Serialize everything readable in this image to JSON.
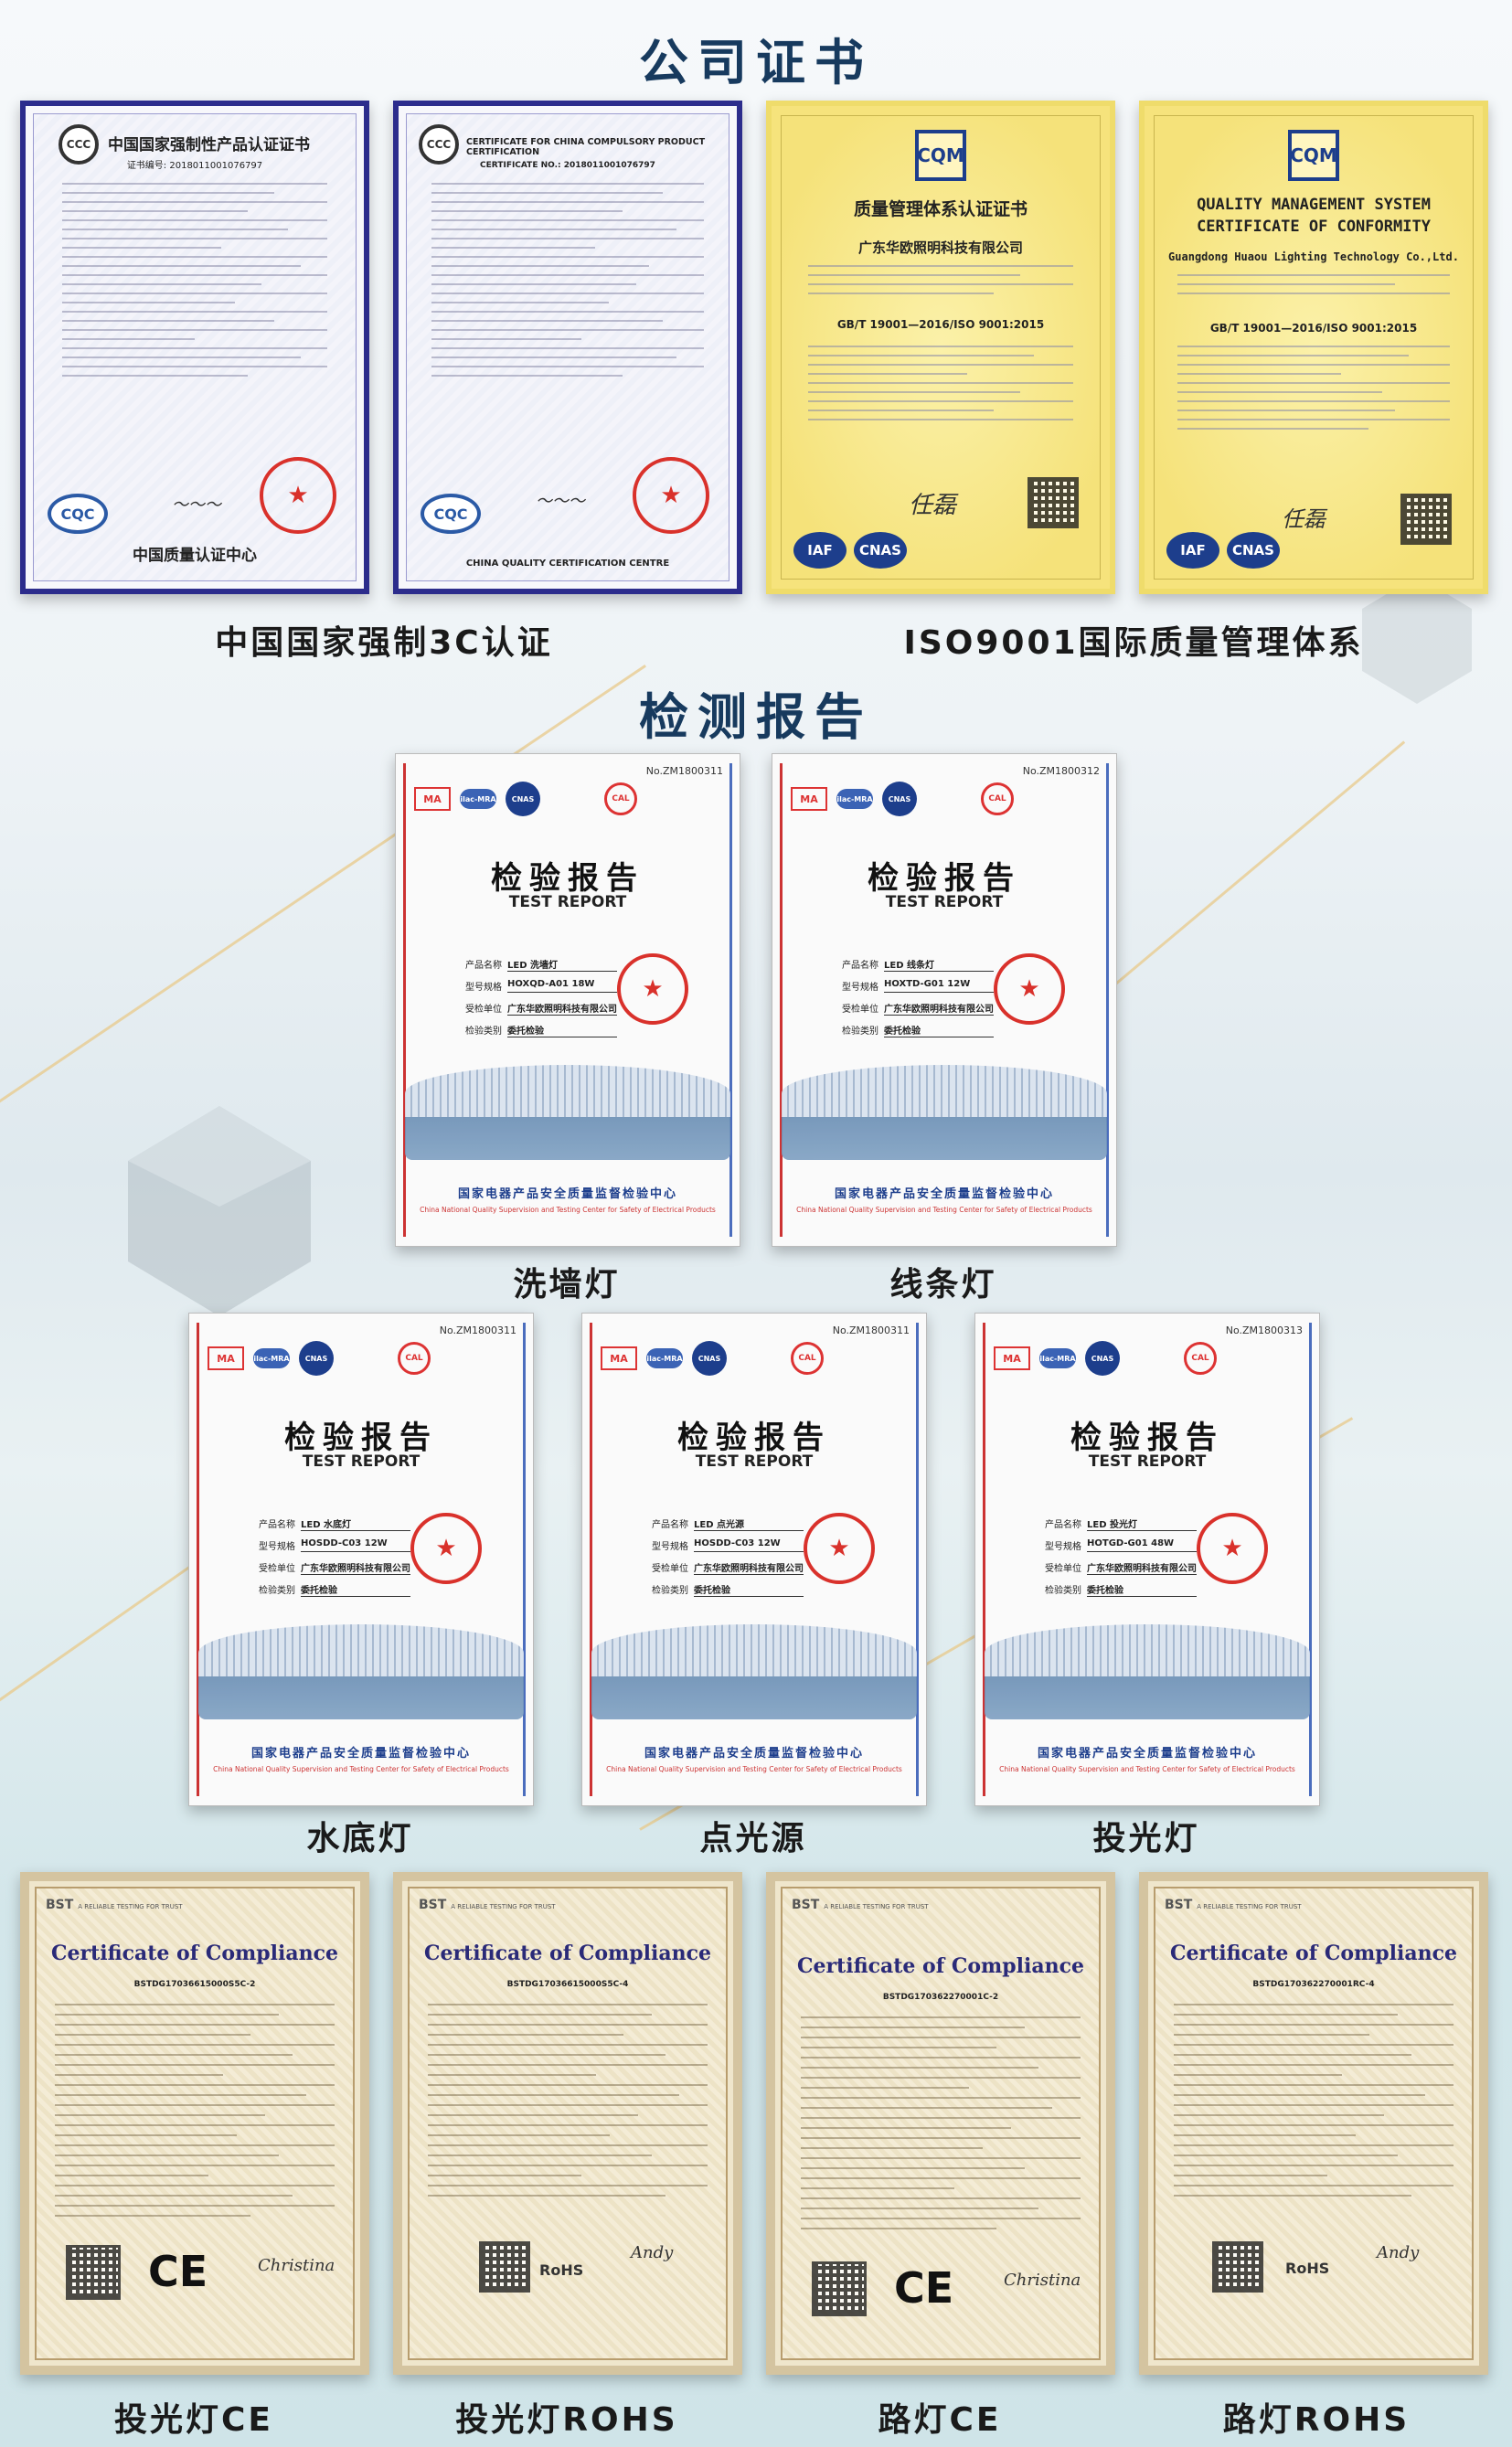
{
  "sections": {
    "company_title": "公司证书",
    "report_title": "检测报告"
  },
  "row1_captions": {
    "ccc": "中国国家强制3C认证",
    "iso": "ISO9001国际质量管理体系"
  },
  "ccc_cn": {
    "title": "中国国家强制性产品认证证书",
    "cert_no": "证书编号: 2018011001076797",
    "footer": "中国质量认证中心",
    "cqc": "CQC",
    "ccc": "CCC"
  },
  "ccc_en": {
    "title": "CERTIFICATE FOR CHINA COMPULSORY PRODUCT CERTIFICATION",
    "cert_no": "CERTIFICATE NO.: 2018011001076797",
    "footer": "CHINA QUALITY CERTIFICATION CENTRE",
    "cqc": "CQC",
    "ccc": "CCC"
  },
  "iso_cn": {
    "logo": "CQM",
    "title": "质量管理体系认证证书",
    "company": "广东华欧照明科技有限公司",
    "standard": "GB/T 19001—2016/ISO 9001:2015",
    "iaf": "IAF",
    "cnas": "CNAS"
  },
  "iso_en": {
    "logo": "CQM",
    "title1": "QUALITY MANAGEMENT SYSTEM",
    "title2": "CERTIFICATE OF CONFORMITY",
    "company": "Guangdong Huaou Lighting Technology Co.,Ltd.",
    "standard": "GB/T 19001—2016/ISO 9001:2015",
    "iaf": "IAF",
    "cnas": "CNAS"
  },
  "reports": [
    {
      "no": "No.ZM1800311",
      "product": "LED 洗墙灯",
      "model": "HOXQD-A01 18W",
      "caption": "洗墙灯"
    },
    {
      "no": "No.ZM1800312",
      "product": "LED 线条灯",
      "model": "HOXTD-G01 12W",
      "caption": "线条灯"
    },
    {
      "no": "No.ZM1800311",
      "product": "LED 水底灯",
      "model": "HOSDD-C03 12W",
      "caption": "水底灯"
    },
    {
      "no": "No.ZM1800311",
      "product": "LED 点光源",
      "model": "HOSDD-C03 12W",
      "caption": "点光源"
    },
    {
      "no": "No.ZM1800313",
      "product": "LED 投光灯",
      "model": "HOTGD-G01 48W",
      "caption": "投光灯"
    }
  ],
  "report_common": {
    "title": "检验报告",
    "subtitle": "TEST REPORT",
    "label_product": "产品名称",
    "label_model": "型号规格",
    "label_client": "受检单位",
    "label_type": "检验类别",
    "client": "广东华欧照明科技有限公司",
    "type": "委托检验",
    "center": "国家电器产品安全质量监督检验中心",
    "center_en": "China National Quality Supervision and Testing Center for Safety of Electrical Products",
    "ma": "MA",
    "ilac": "ilac-MRA",
    "cnas": "CNAS",
    "cal": "CAL"
  },
  "compliance": [
    {
      "no": "BSTDG17036615000S5C-2",
      "mark": "CE",
      "caption": "投光灯CE"
    },
    {
      "no": "BSTDG17036615000S5C-4",
      "mark": "RoHS",
      "caption": "投光灯ROHS"
    },
    {
      "no": "BSTDG170362270001C-2",
      "mark": "CE",
      "caption": "路灯CE"
    },
    {
      "no": "BSTDG170362270001RC-4",
      "mark": "RoHS",
      "caption": "路灯ROHS"
    }
  ],
  "compliance_common": {
    "title": "Certificate of Compliance",
    "bst": "BST",
    "tagline": "A RELIABLE TESTING FOR TRUST"
  }
}
